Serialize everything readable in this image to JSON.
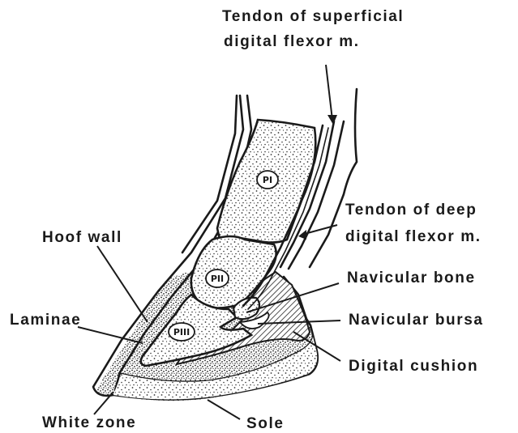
{
  "labels": {
    "superficial_line1": "Tendon of superficial",
    "superficial_line2": "digital flexor m.",
    "deep_line1": "Tendon of deep",
    "deep_line2": "digital flexor m.",
    "hoof_wall": "Hoof wall",
    "navicular_bone": "Navicular bone",
    "laminae": "Laminae",
    "navicular_bursa": "Navicular bursa",
    "digital_cushion": "Digital cushion",
    "white_zone": "White zone",
    "sole": "Sole"
  },
  "bones": {
    "p1": "PI",
    "p2": "PII",
    "p3": "PIII"
  }
}
